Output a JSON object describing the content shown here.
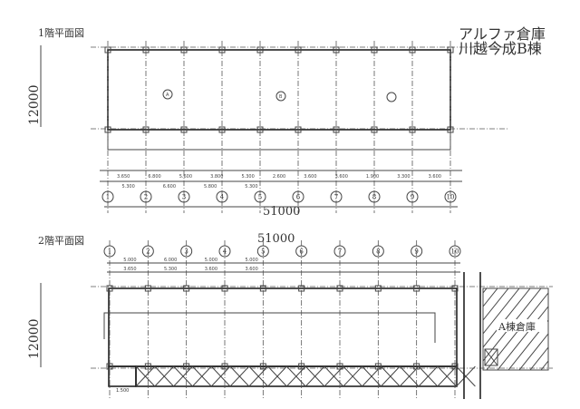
{
  "title": {
    "line1": "アルファ倉庫",
    "line2": "川越今成B棟"
  },
  "floor1": {
    "label": "1階平面図",
    "width_dim": "51000",
    "depth_dim": "12000",
    "grid_labels": [
      "1",
      "2",
      "3",
      "4",
      "5",
      "6",
      "7",
      "8",
      "9",
      "10"
    ],
    "row_letters": [
      "A",
      "B"
    ],
    "dims_upper": [
      "3.650",
      "6.800",
      "5.600",
      "3.800",
      "5.300",
      "2.600",
      "3.600",
      "3.600",
      "1.900",
      "3.300",
      "3.600"
    ],
    "dims_lower": [
      "5.300",
      "6.600",
      "5.800",
      "5.300"
    ]
  },
  "floor2": {
    "label": "2階平面図",
    "width_dim": "51000",
    "depth_dim": "12000",
    "grid_labels": [
      "1",
      "2",
      "3",
      "4",
      "5",
      "6",
      "7",
      "8",
      "9",
      "10"
    ],
    "dims_upper": [
      "5.000",
      "6.000",
      "5.000",
      "5.000"
    ],
    "dims_lower": [
      "3.650",
      "5.300",
      "3.600",
      "3.600"
    ],
    "stair_dim": "1.500"
  },
  "adjacent": {
    "label": "A棟倉庫"
  }
}
